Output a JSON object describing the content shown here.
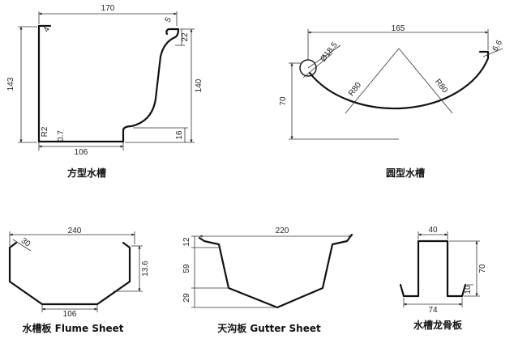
{
  "square_gutter": {
    "caption": "方型水槽",
    "width": "170",
    "height_left": "143",
    "height_right": "140",
    "lip": "22",
    "base": "106",
    "step": "16",
    "radius": "R2",
    "small_a": "0.7",
    "corner_a": "4",
    "corner_b": "5"
  },
  "round_gutter": {
    "caption": "圆型水槽",
    "width": "165",
    "diameter": "Ø18.5",
    "lip": "6.6",
    "depth": "70",
    "radius_left": "R80",
    "radius_right": "R80"
  },
  "flume_sheet": {
    "caption": "水槽板  Flume Sheet",
    "width": "240",
    "angle": "30",
    "height": "13.6",
    "base": "106"
  },
  "gutter_sheet": {
    "caption": "天沟板  Gutter Sheet",
    "width": "220",
    "dim_top": "12",
    "dim_mid": "59",
    "dim_low": "29"
  },
  "keel_plate": {
    "caption": "水槽龙骨板",
    "top_width": "40",
    "height": "70",
    "base": "74",
    "foot": "10"
  }
}
